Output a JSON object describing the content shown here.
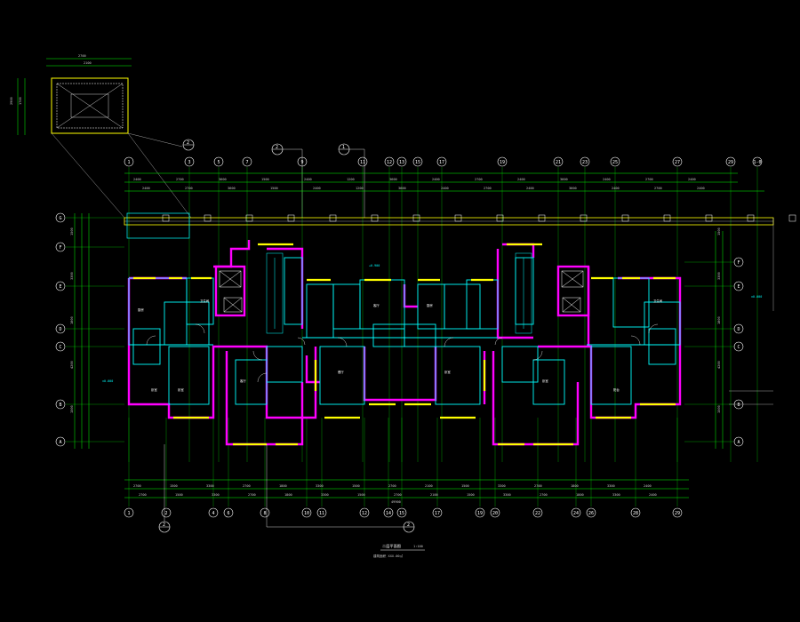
{
  "drawing": {
    "colors": {
      "background": "#000000",
      "wall": "#ff00ff",
      "window": "#ffff00",
      "partition": "#00ffff",
      "axis": "#00ff00",
      "dimension": "#c8c8c8",
      "text": "#ffffff"
    },
    "top_axes": [
      "1",
      "3",
      "5",
      "7",
      "9",
      "11",
      "12",
      "13",
      "15",
      "17",
      "19",
      "21",
      "23",
      "25",
      "27",
      "29",
      "1-0"
    ],
    "bottom_axes": [
      "1",
      "2",
      "4",
      "6",
      "8",
      "10",
      "11",
      "12",
      "14",
      "15",
      "17",
      "19",
      "20",
      "22",
      "24",
      "26",
      "28",
      "29"
    ],
    "side_axes_left": [
      "G",
      "F",
      "E",
      "D",
      "C",
      "B",
      "A"
    ],
    "side_axes_right": [
      "F",
      "E",
      "D",
      "C",
      "B",
      "A"
    ],
    "detail_callouts": [
      "2",
      "2",
      "1"
    ],
    "bottom_callouts": [
      "2",
      "2"
    ],
    "detail_box": {
      "dims_top": [
        "2700",
        "2100"
      ],
      "dims_side": [
        "2900",
        "1700"
      ]
    },
    "overall_width": "49900",
    "top_dims": [
      "2400",
      "2700",
      "3600",
      "1500",
      "2400",
      "1200",
      "3600",
      "2400",
      "2700",
      "2400",
      "3600",
      "2400",
      "2700",
      "2400"
    ],
    "bottom_dims": [
      "2700",
      "1500",
      "3300",
      "2700",
      "1800",
      "3300",
      "1500",
      "2700",
      "2100",
      "1500",
      "3300",
      "2700",
      "1800",
      "3300",
      "2400"
    ],
    "side_dims": [
      "1500",
      "3300",
      "1800",
      "4200",
      "1500"
    ],
    "room_labels": [
      "卧室",
      "卧室",
      "厨房",
      "卫生间",
      "客厅",
      "餐厅",
      "卧室",
      "卧室",
      "阳台",
      "卫生间",
      "客厅",
      "厨房"
    ],
    "elevations": [
      "±0.000",
      "+0.900",
      "±0.000"
    ],
    "plan_title": "二层平面图",
    "plan_scale": "1:100",
    "plan_subtitle": "建筑面积 XXX.00㎡"
  }
}
